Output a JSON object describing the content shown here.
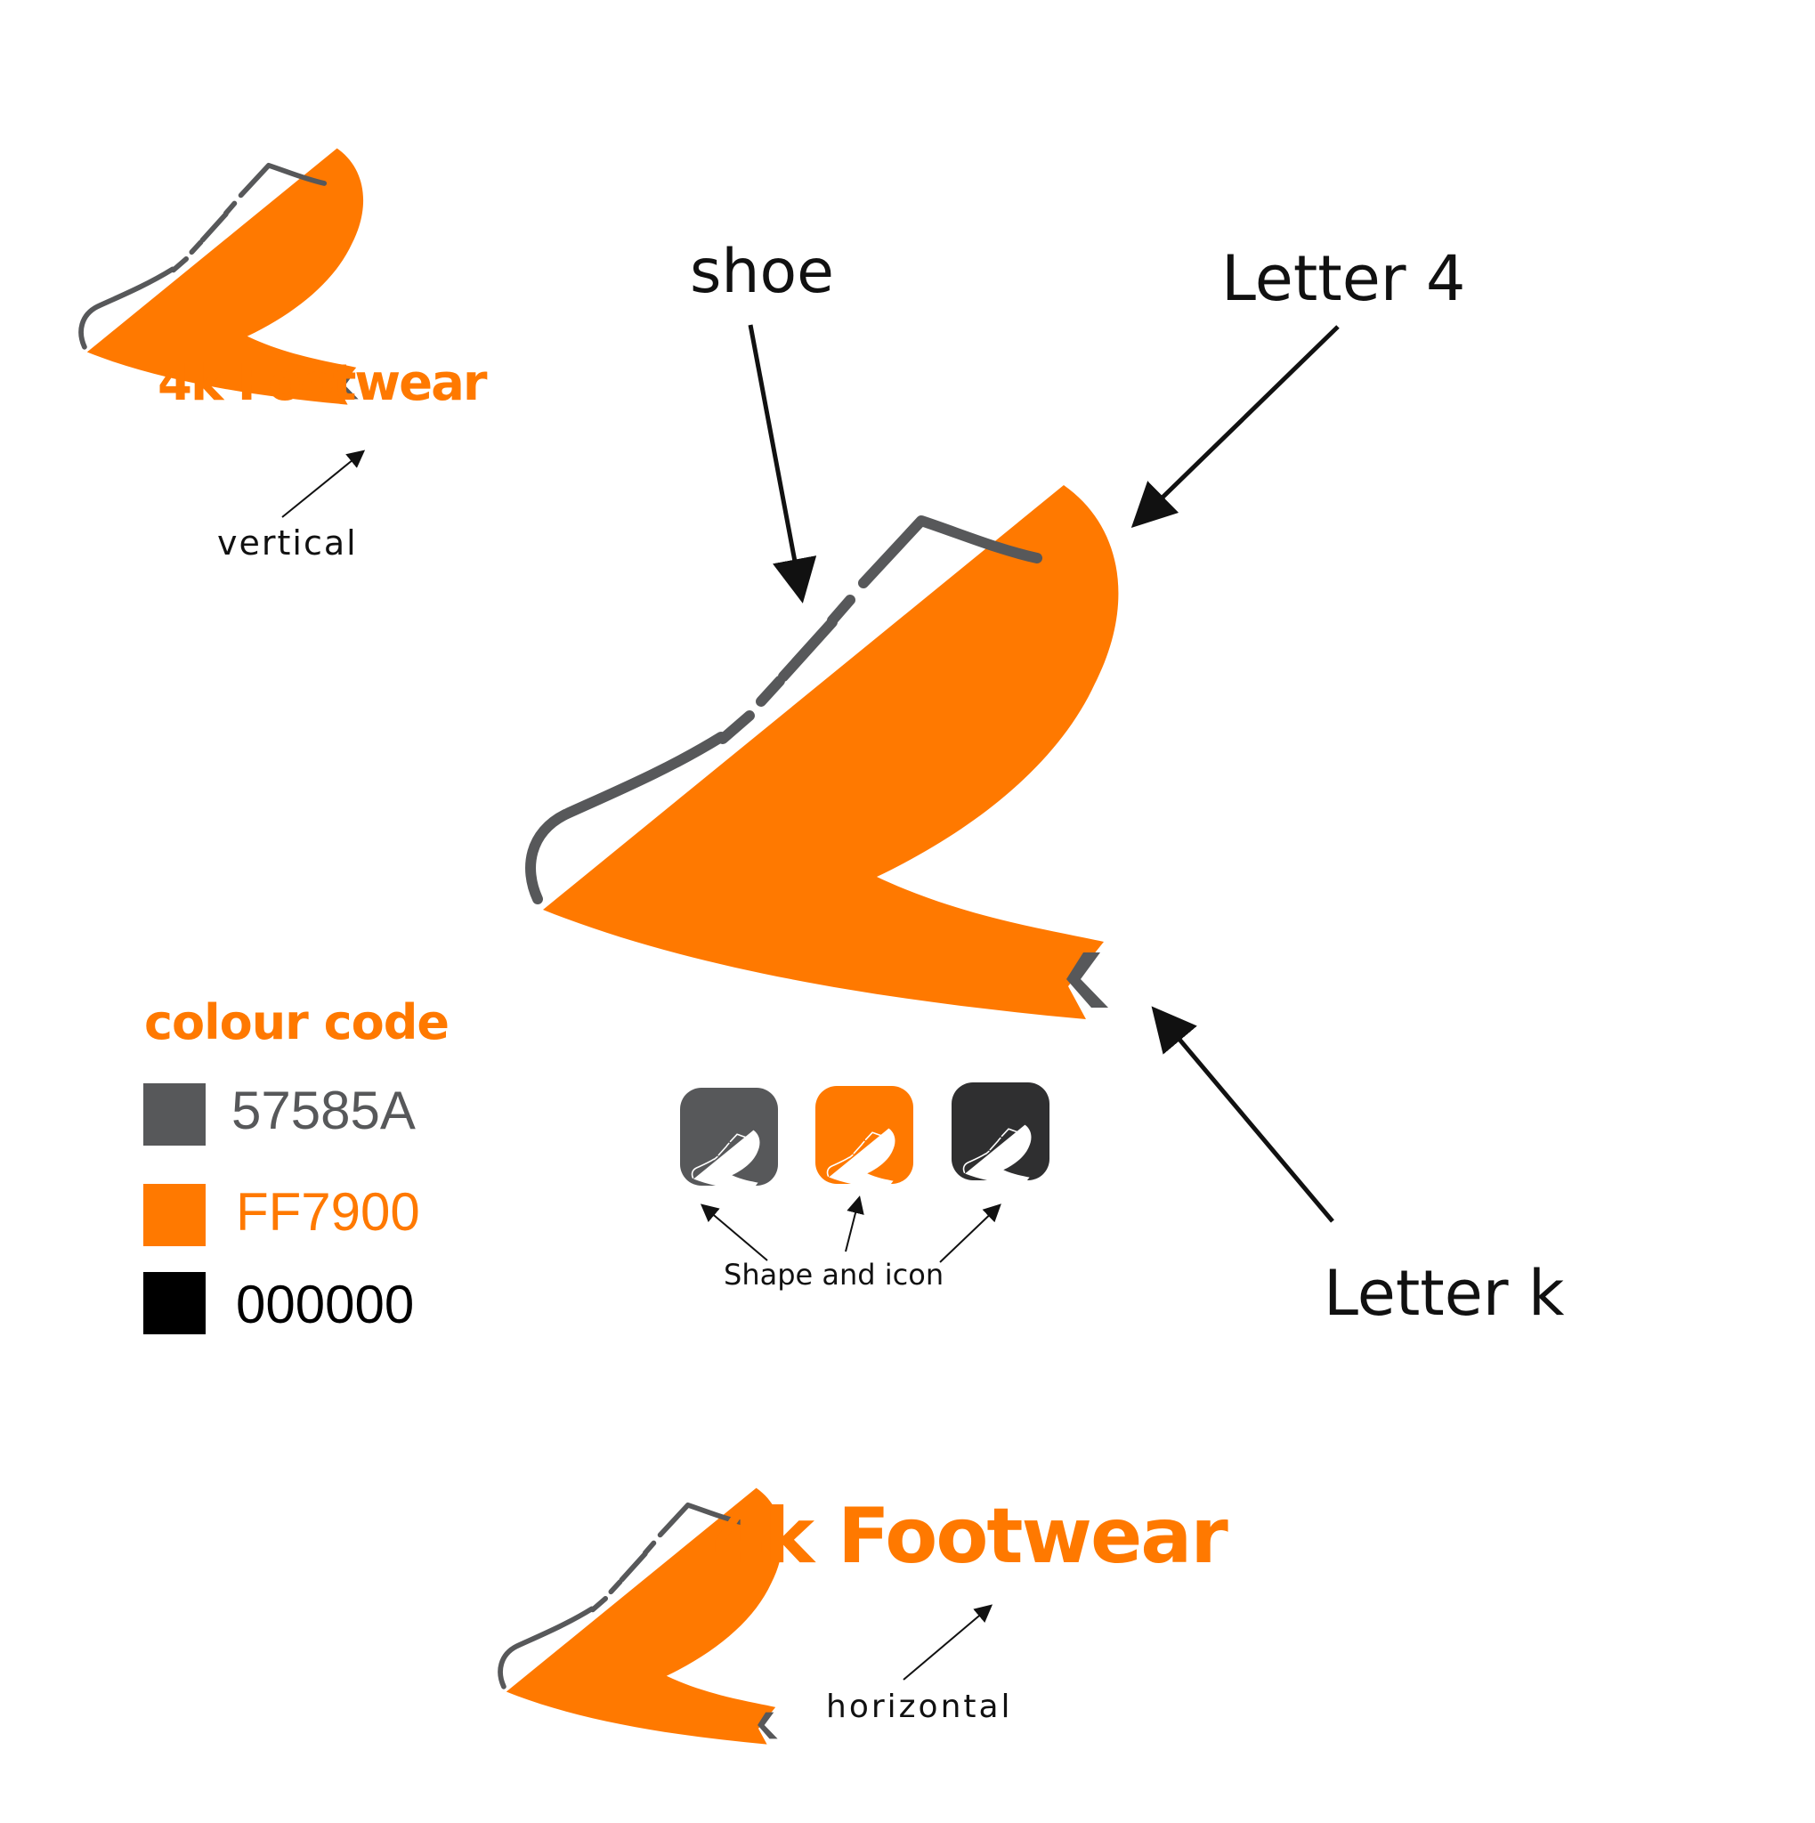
{
  "colors": {
    "gray": "#57585A",
    "orange": "#FF7900",
    "black": "#000000",
    "icon_dark": "#2f2f30"
  },
  "labels": {
    "shoe": "shoe",
    "letter4": "Letter 4",
    "letterk": "Letter k",
    "vertical": "vertical",
    "horizontal": "horizontal",
    "shape_and_icon": "Shape and icon"
  },
  "brand": {
    "name": "4k Footwear"
  },
  "colour_code": {
    "title": "colour code",
    "items": [
      {
        "code": "57585A",
        "swatch": "#57585A",
        "text_color": "#57585A"
      },
      {
        "code": "FF7900",
        "swatch": "#FF7900",
        "text_color": "#FF7900"
      },
      {
        "code": "000000",
        "swatch": "#000000",
        "text_color": "#000000"
      }
    ]
  },
  "icons": [
    {
      "name": "gray-app-icon",
      "bg": "#57585A"
    },
    {
      "name": "orange-app-icon",
      "bg": "#FF7900"
    },
    {
      "name": "dark-app-icon",
      "bg": "#2f2f30"
    }
  ]
}
